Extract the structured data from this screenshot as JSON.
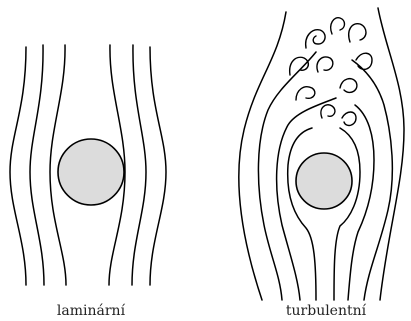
{
  "panels": [
    {
      "id": "laminar",
      "caption": "laminární"
    },
    {
      "id": "turbulent",
      "caption": "turbulentní"
    }
  ],
  "colors": {
    "line": "#000000",
    "obstacle_fill": "#dcdcdc",
    "background": "#ffffff"
  }
}
